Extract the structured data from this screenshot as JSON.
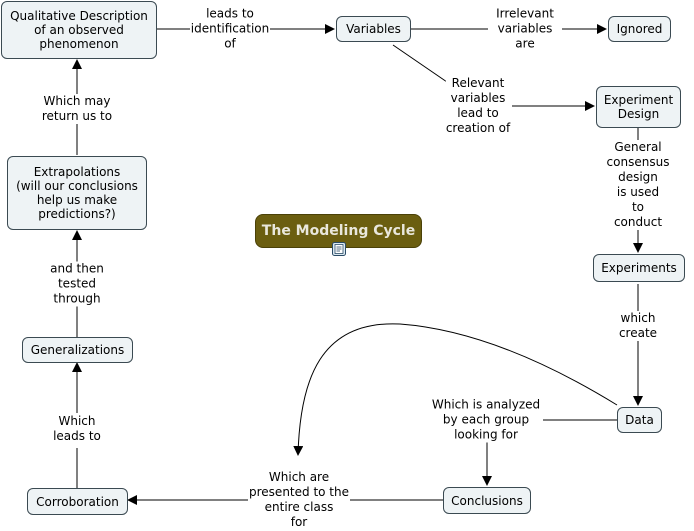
{
  "title": "The Modeling Cycle",
  "icons": {
    "title_attachment": "document-icon"
  },
  "colors": {
    "title_fill": "#6b5e10",
    "title_text": "#e9e7dc",
    "node_fill": "#eef3f5",
    "line": "#000000"
  },
  "nodes": {
    "qualitative": "Qualitative Description\nof an observed\nphenomenon",
    "variables": "Variables",
    "ignored": "Ignored",
    "experiment_design": "Experiment\nDesign",
    "experiments": "Experiments",
    "data": "Data",
    "conclusions": "Conclusions",
    "corroboration": "Corroboration",
    "generalizations": "Generalizations",
    "extrapolations": "Extrapolations\n(will our conclusions\nhelp us make\npredictions?)"
  },
  "links": {
    "leads_to": "leads to\nidentification\nof",
    "irrelevant": "Irrelevant\nvariables\nare",
    "relevant": "Relevant\nvariables\nlead to\ncreation of",
    "consensus": "General\nconsensus design\nis used\nto conduct",
    "which_create": "which\ncreate",
    "analyzed": "Which is analyzed\nby each group\nlooking for",
    "presented": "Which are\npresented to the\nentire class\nfor",
    "which_leads": "Which\nleads to",
    "and_then": "and then\ntested\nthrough",
    "which_may": "Which may\nreturn us to"
  }
}
